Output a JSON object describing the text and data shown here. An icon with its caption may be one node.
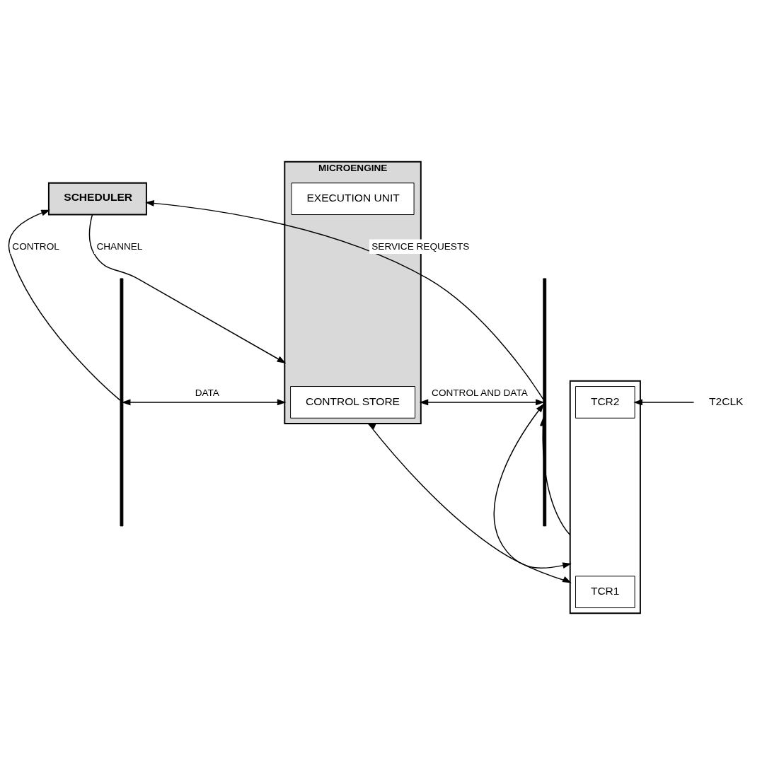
{
  "diagram": {
    "nodes": [
      {
        "text": [],
        "shape": "bar"
      },
      {
        "text": [
          "SCHEDULER"
        ]
      },
      {
        "text": [],
        "shape": "bar"
      },
      {
        "text": [],
        "shape": "box"
      },
      {
        "text": [
          "TCR1"
        ],
        "in": 3
      },
      {
        "text": [
          "T2CLK"
        ]
      },
      {
        "text": [
          "TCR2"
        ],
        "in": 3
      },
      {
        "text": [
          "MICROENGINE"
        ]
      },
      {
        "text": [
          "CONTROL STORE"
        ],
        "in": 7
      },
      {
        "text": [
          "EXECUTION UNIT"
        ],
        "in": 7
      }
    ],
    "edges": [
      {
        "from": 0,
        "to": 1,
        "arrow": "to",
        "label": "CONTROL"
      },
      {
        "from": 2,
        "to": 1,
        "arrow": "to",
        "label": "SERVICE REQUESTS"
      },
      {
        "from": 1,
        "to": 7,
        "arrow": "to",
        "label": "CHANNEL"
      },
      {
        "from": 0,
        "to": 7,
        "arrow": "both",
        "label": "DATA"
      },
      {
        "from": 7,
        "to": 2,
        "arrow": "both",
        "label": "CONTROL AND DATA"
      },
      {
        "from": 7,
        "to": 3,
        "arrow": "both"
      },
      {
        "from": 2,
        "to": 3,
        "arrow": "both"
      },
      {
        "from": 5,
        "to": 6,
        "arrow": "to"
      },
      {
        "from": 3,
        "to": 2,
        "arrow": "to"
      }
    ]
  }
}
